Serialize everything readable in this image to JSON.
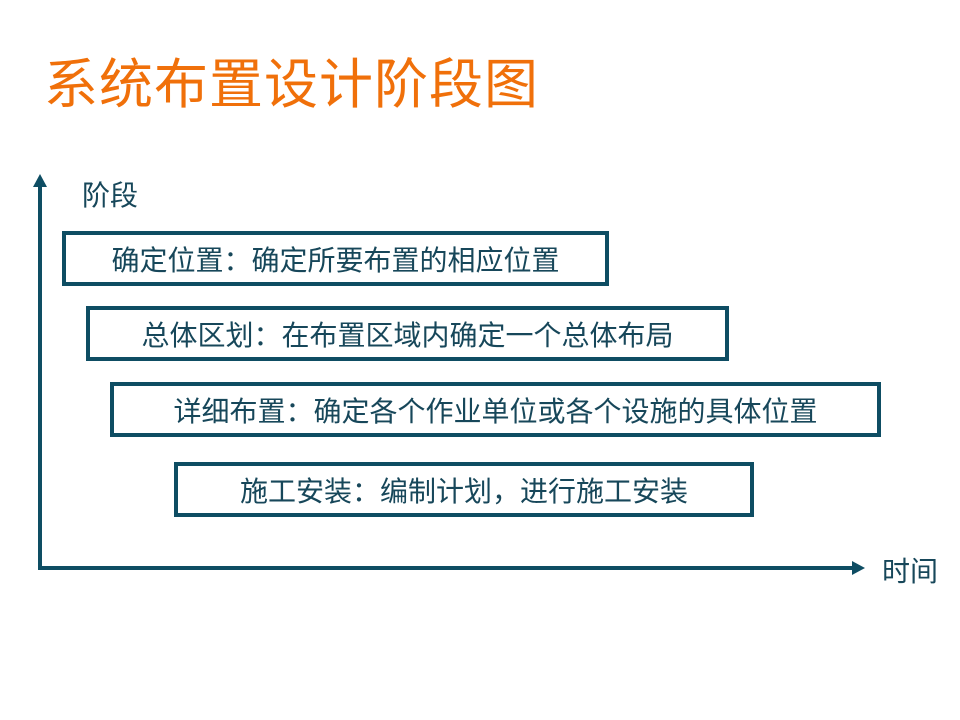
{
  "title": "系统布置设计阶段图",
  "axes": {
    "y_label": "阶段",
    "x_label": "时间"
  },
  "stages": [
    {
      "label": "确定位置：确定所要布置的相应位置"
    },
    {
      "label": "总体区划：在布置区域内确定一个总体布局"
    },
    {
      "label": "详细布置：确定各个作业单位或各个设施的具体位置"
    },
    {
      "label": "施工安装：编制计划，进行施工安装"
    }
  ],
  "colors": {
    "title": "#f0700a",
    "axis": "#0e4d63",
    "text": "#17475a"
  }
}
